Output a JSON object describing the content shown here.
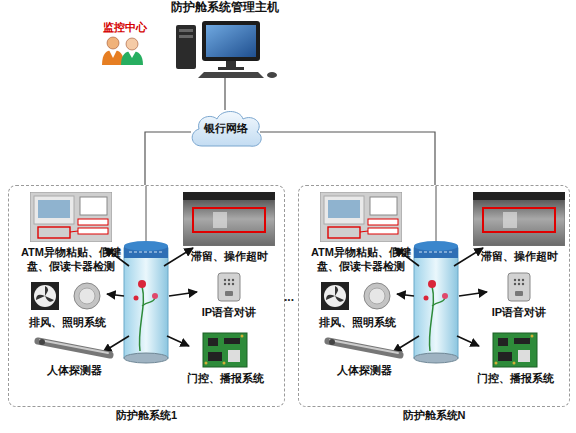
{
  "diagram": {
    "nodes": [
      {
        "text": [
          "防护舱系统管理主机"
        ]
      },
      {
        "text": [
          "银行网络"
        ]
      },
      {
        "text": [
          "防护舱系统1"
        ]
      },
      {
        "text": [
          "ATM异物粘贴、假键盘、假读卡器检测"
        ],
        "in": 2
      },
      {
        "text": [
          "滞留、操作超时"
        ],
        "in": 2
      },
      {
        "text": [
          "排风、照明系统"
        ],
        "in": 2
      },
      {
        "text": [
          "IP语音对讲"
        ],
        "in": 2
      },
      {
        "text": [
          "人体探测器"
        ],
        "in": 2
      },
      {
        "text": [
          "门控、播报系统"
        ],
        "in": 2
      },
      {
        "text": [
          "防护舱系统N"
        ]
      },
      {
        "text": [
          "ATM异物粘贴、假键盘、假读卡器检测"
        ],
        "in": 9
      },
      {
        "text": [
          "滞留、操作超时"
        ],
        "in": 9
      },
      {
        "text": [
          "排风、照明系统"
        ],
        "in": 9
      },
      {
        "text": [
          "IP语音对讲"
        ],
        "in": 9
      },
      {
        "text": [
          "人体探测器"
        ],
        "in": 9
      },
      {
        "text": [
          "门控、播报系统"
        ],
        "in": 9
      }
    ],
    "edges": [
      {
        "from": 0,
        "to": 1,
        "arrow": "none"
      },
      {
        "from": 1,
        "to": 2,
        "arrow": "none"
      },
      {
        "from": 1,
        "to": 9,
        "arrow": "none"
      }
    ],
    "labels": [
      "监控中心",
      "..."
    ]
  }
}
